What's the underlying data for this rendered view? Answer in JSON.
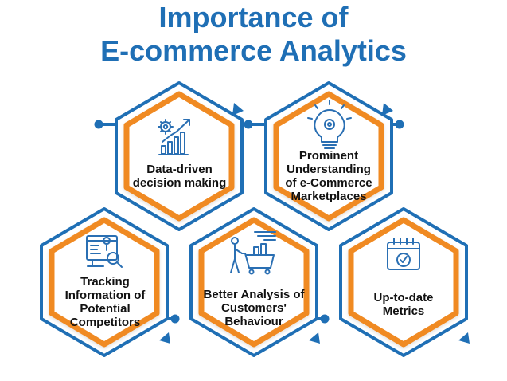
{
  "title": {
    "line1": "Importance of",
    "line2": "E-commerce Analytics"
  },
  "colors": {
    "title": "#1f6fb5",
    "outer_ring": "#1f6fb5",
    "inner_ring": "#f08a24",
    "icon": "#2a6fb3"
  },
  "items": [
    {
      "label": "Data-driven decision making",
      "icon": "gear-bar-chart-icon"
    },
    {
      "label": "Prominent Understanding of e-Commerce Marketplaces",
      "icon": "lightbulb-gear-icon"
    },
    {
      "label": "Tracking Information of Potential Competitors",
      "icon": "dashboard-magnifier-icon"
    },
    {
      "label": "Better Analysis of Customers' Behaviour",
      "icon": "shopping-cart-person-icon"
    },
    {
      "label": "Up-to-date Metrics",
      "icon": "calendar-check-icon"
    }
  ]
}
